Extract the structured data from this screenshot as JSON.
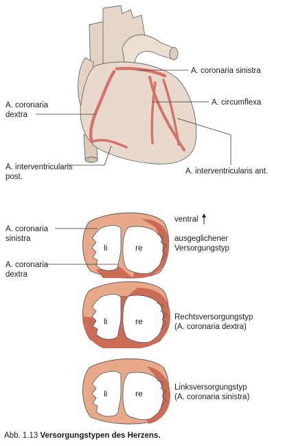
{
  "heart": {
    "labels": {
      "coronaria_sinistra": "A. coronaria sinistra",
      "circumflexa": "A. circumflexa",
      "coronaria_dextra_line1": "A. coronaria",
      "coronaria_dextra_line2": "dextra",
      "interventricularis_post_line1": "A. interventricularis",
      "interventricularis_post_line2": "post.",
      "interventricularis_ant": "A. interventricularis ant."
    }
  },
  "sections": {
    "orientation_label": "ventral",
    "ventricle_left": "li",
    "ventricle_right": "re",
    "legend": {
      "sinistra_line1": "A. coronaria",
      "sinistra_line2": "sinistra",
      "dextra_line1": "A. coronaria",
      "dextra_line2": "dextra"
    },
    "types": [
      {
        "line1": "ausgeglichener",
        "line2": "Versorgungstyp"
      },
      {
        "line1": "Rechtsversorgungstyp",
        "line2": "(A. coronaria dextra)"
      },
      {
        "line1": "Linksversorgungstyp",
        "line2": "(A. coronaria sinistra)"
      }
    ]
  },
  "colors": {
    "heart_fill": "#e8d9cc",
    "artery": "#d4736a",
    "sinistra_territory": "#e8a98a",
    "dextra_territory": "#cd6c56"
  },
  "caption": {
    "number": "Abb. 1.13",
    "title": "Versorgungstypen des Herzens."
  }
}
